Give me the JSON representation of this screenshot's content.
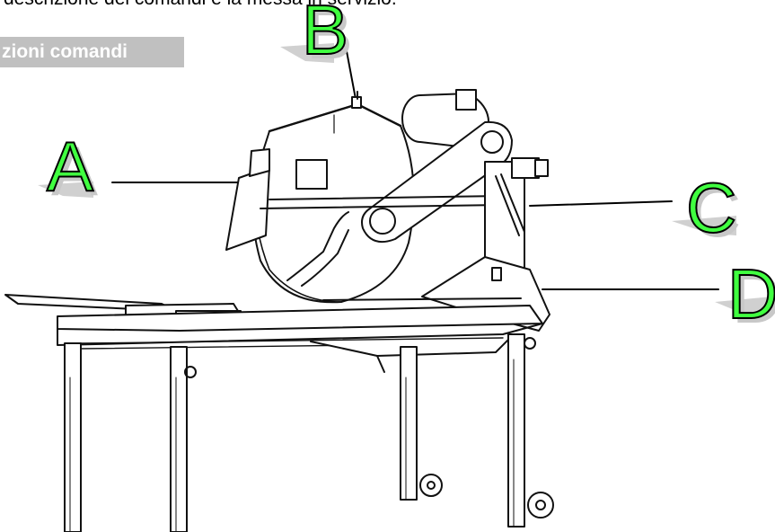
{
  "header": {
    "text": "descrizione dei comandi e la messa in servizio.",
    "section_tag": "zioni comandi"
  },
  "callouts": {
    "a": "A",
    "b": "B",
    "c": "C",
    "d": "D"
  },
  "colors": {
    "callout_fill": "#40ff40",
    "callout_outline": "#000000",
    "section_tag_bg": "#c0c0c0"
  }
}
